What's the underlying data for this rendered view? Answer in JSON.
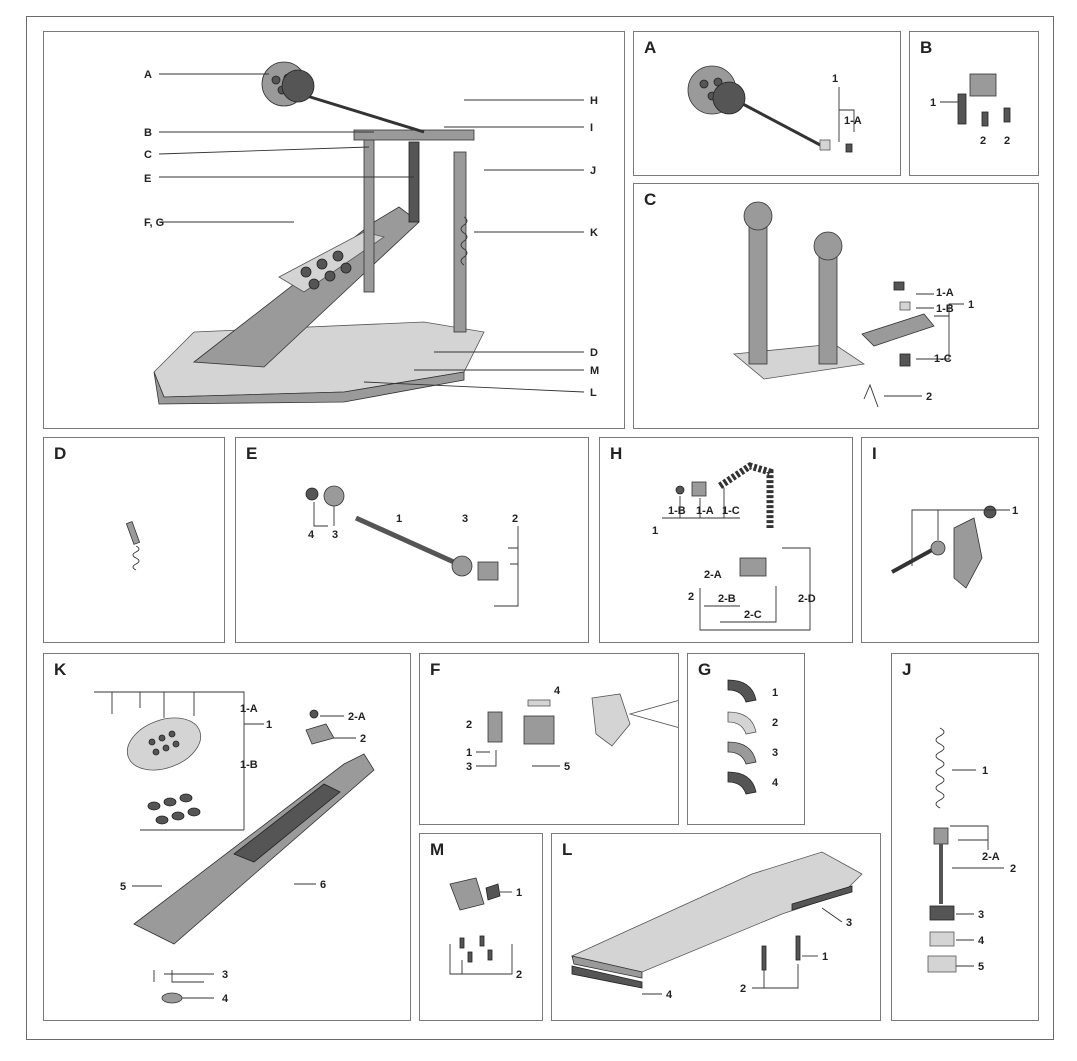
{
  "main": {
    "callouts": [
      "A",
      "B",
      "C",
      "E",
      "F, G",
      "H",
      "I",
      "J",
      "K",
      "D",
      "M",
      "L"
    ]
  },
  "panels": {
    "A": {
      "letter": "A",
      "labels": [
        "1",
        "1-A"
      ]
    },
    "B": {
      "letter": "B",
      "labels": [
        "1",
        "2",
        "2"
      ]
    },
    "C": {
      "letter": "C",
      "labels": [
        "1-A",
        "1-B",
        "1",
        "1-C",
        "2"
      ]
    },
    "D": {
      "letter": "D",
      "labels": []
    },
    "E": {
      "letter": "E",
      "labels": [
        "1",
        "3",
        "2",
        "4",
        "3"
      ]
    },
    "H": {
      "letter": "H",
      "labels": [
        "1-B",
        "1-A",
        "1-C",
        "1",
        "2-A",
        "2",
        "2-B",
        "2-C",
        "2-D"
      ]
    },
    "I": {
      "letter": "I",
      "labels": [
        "1"
      ]
    },
    "K": {
      "letter": "K",
      "labels": [
        "1-A",
        "1",
        "1-B",
        "2-A",
        "2",
        "5",
        "6",
        "3",
        "4"
      ]
    },
    "F": {
      "letter": "F",
      "labels": [
        "4",
        "2",
        "1",
        "3",
        "5"
      ]
    },
    "G": {
      "letter": "G",
      "labels": [
        "1",
        "2",
        "3",
        "4"
      ]
    },
    "J": {
      "letter": "J",
      "labels": [
        "1",
        "2-A",
        "2",
        "3",
        "4",
        "5"
      ]
    },
    "M": {
      "letter": "M",
      "labels": [
        "1",
        "2"
      ]
    },
    "L": {
      "letter": "L",
      "labels": [
        "3",
        "1",
        "2",
        "4"
      ]
    }
  }
}
